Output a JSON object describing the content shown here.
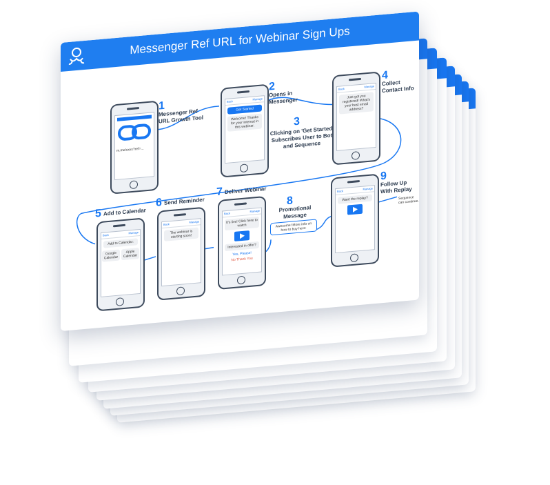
{
  "title": "Messenger Ref URL for Webinar Sign Ups",
  "colors": {
    "accent": "#1877f2",
    "ink": "#3d4a5c"
  },
  "steps": [
    {
      "n": "1",
      "label": "Messenger Ref URL Growth Tool"
    },
    {
      "n": "2",
      "label": "Opens in Messenger"
    },
    {
      "n": "3",
      "label": "Clicking on 'Get Started' Subscribes User to Bot and Sequence"
    },
    {
      "n": "4",
      "label": "Collect Contact Info"
    },
    {
      "n": "5",
      "label": "Add to Calendar"
    },
    {
      "n": "6",
      "label": "Send Reminder"
    },
    {
      "n": "7",
      "label": "Deliver Webinar"
    },
    {
      "n": "8",
      "label": "Promotional Message"
    },
    {
      "n": "9",
      "label": "Follow Up With Replay"
    }
  ],
  "screens": {
    "url_text": "m.me/xxxx?ref=...",
    "get_started": "Get Started",
    "welcome": "Welcome! Thanks for your interest in this webinar.",
    "email_q": "Just got you registered! What's your best email address?",
    "add_cal": "Add to Calendar:",
    "google_cal": "Google Calendar",
    "apple_cal": "Apple Calendar",
    "reminder": "The webinar is starting soon!",
    "its_live": "It's live! Click here to watch",
    "interested": "Interested in offer?",
    "yes": "Yes, Please!",
    "no": "No Thank You",
    "promo": "Awesome! More info on how to buy here:",
    "replay": "Want the replay?",
    "sequence": "Sequence can continue."
  }
}
